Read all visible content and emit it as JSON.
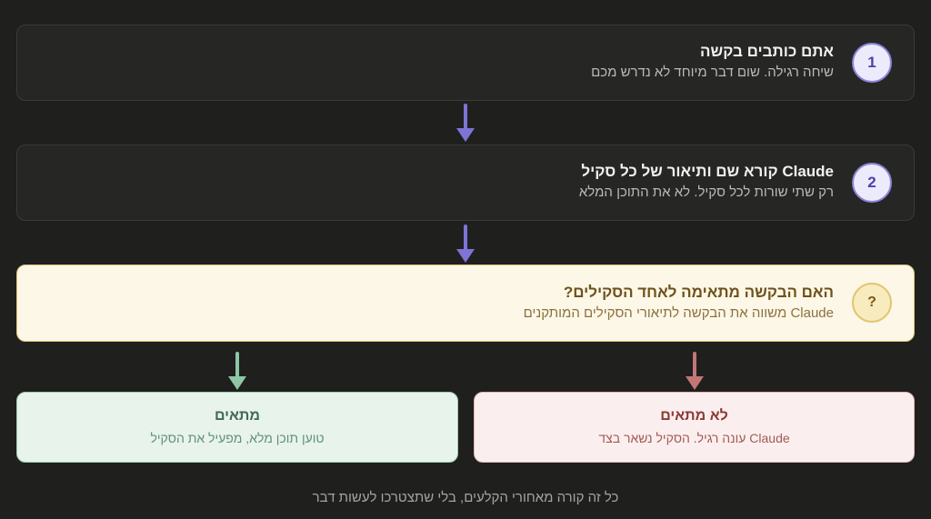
{
  "steps": [
    {
      "number": "1",
      "title": "אתם כותבים בקשה",
      "subtitle": "שיחה רגילה. שום דבר מיוחד לא נדרש מכם"
    },
    {
      "number": "2",
      "title": "Claude קורא שם ותיאור של כל סקיל",
      "subtitle": "רק שתי שורות לכל סקיל. לא את התוכן המלא"
    }
  ],
  "decision": {
    "icon": "?",
    "title": "האם הבקשה מתאימה לאחד הסקילים?",
    "subtitle": "Claude משווה את הבקשה לתיאורי הסקילים המותקנים"
  },
  "outcomes": {
    "match": {
      "title": "מתאים",
      "subtitle": "טוען תוכן מלא, מפעיל את הסקיל"
    },
    "no_match": {
      "title": "לא מתאים",
      "subtitle": "Claude עונה רגיל. הסקיל נשאר בצד"
    }
  },
  "footer": "כל זה קורה מאחורי הקלעים, בלי שתצטרכו לעשות דבר",
  "colors": {
    "background": "#1f1f1e",
    "step_box": "#262625",
    "step_accent": "#7d74d6",
    "decision_bg": "#fcf7e6",
    "decision_border": "#d9c27a",
    "match_bg": "#e8f3ec",
    "match_accent": "#8ec7a6",
    "no_match_bg": "#fbeeee",
    "no_match_accent": "#c27774"
  }
}
